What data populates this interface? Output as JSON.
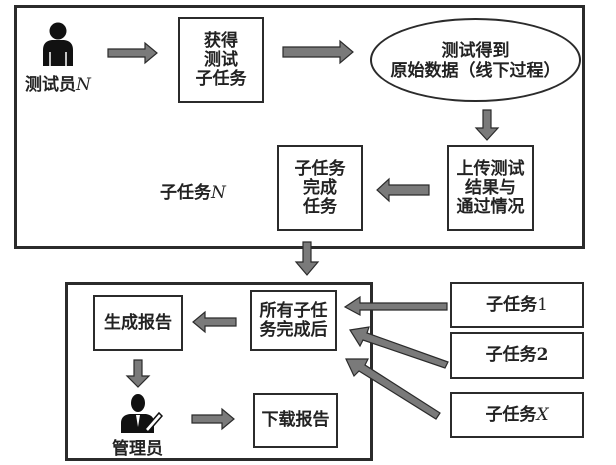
{
  "top_section": {
    "tester_label": "测试员",
    "tester_var": "N",
    "get_task_box": "获得\n测试\n子任务",
    "raw_data_ellipse": "测试得到\n原始数据（线下过程）",
    "upload_box": "上传测试\n结果与\n通过情况",
    "complete_box": "子任务\n完成\n任务",
    "subtask_label": "子任务",
    "subtask_var": "N"
  },
  "bottom_section": {
    "all_done_box": "所有子任\n务完成后",
    "report_box": "生成报告",
    "admin_label": "管理员",
    "download_box": "下载报告"
  },
  "subtasks": [
    {
      "label": "子任务",
      "suffix": "1",
      "italic": false
    },
    {
      "label": "子任务",
      "suffix": "2",
      "italic": false
    },
    {
      "label": "子任务",
      "suffix": "X",
      "italic": true
    }
  ],
  "colors": {
    "arrow_fill": "#7a7a7a",
    "arrow_stroke": "#2b2b2b",
    "border": "#2b2b2b",
    "icon": "#111111"
  }
}
